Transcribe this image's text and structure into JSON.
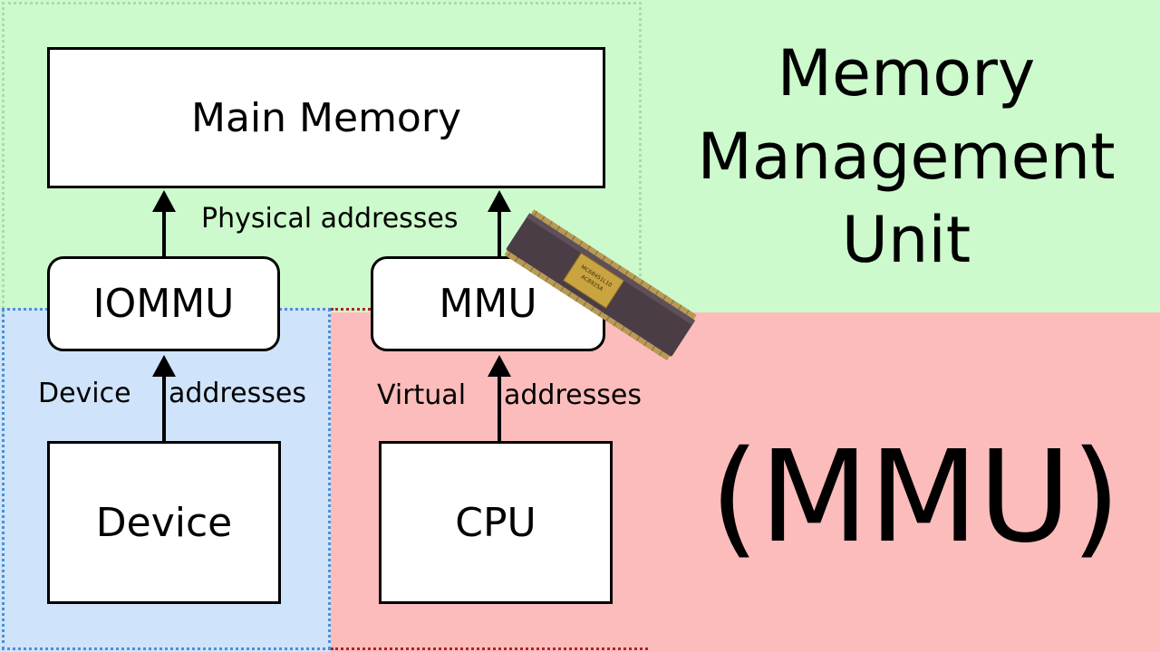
{
  "diagram": {
    "main_memory": "Main Memory",
    "physical_addresses": "Physical addresses",
    "iommu": "IOMMU",
    "mmu": "MMU",
    "device_label": "Device",
    "device_addresses": "addresses",
    "virtual_label": "Virtual",
    "virtual_addresses": "addresses",
    "device_box": "Device",
    "cpu_box": "CPU"
  },
  "title": {
    "line1": "Memory",
    "line2": "Management",
    "line3": "Unit",
    "abbrev": "(MMU)"
  },
  "colors": {
    "green_region": "#ccfacc",
    "blue_region": "#cfe3fb",
    "red_region": "#fcbcbc",
    "chip_body": "#4a3d46",
    "chip_gold": "#c9a441"
  },
  "chip_image": {
    "text_lines": [
      "MC68451L10",
      "AC8925A"
    ]
  }
}
